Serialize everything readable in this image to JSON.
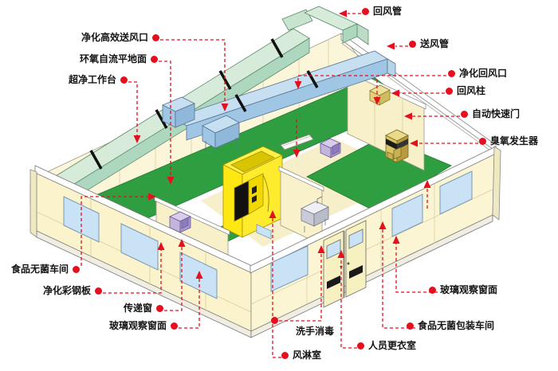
{
  "diagram": {
    "labels": [
      {
        "id": "return-air-duct",
        "text": "回风管"
      },
      {
        "id": "supply-air-duct",
        "text": "送风管"
      },
      {
        "id": "hepa-supply-outlet",
        "text": "净化高效送风口"
      },
      {
        "id": "epoxy-floor",
        "text": "环氧自流平地面"
      },
      {
        "id": "clean-workbench",
        "text": "超净工作台"
      },
      {
        "id": "purified-return-air-inlet",
        "text": "净化回风口"
      },
      {
        "id": "return-air-column",
        "text": "回风柱"
      },
      {
        "id": "auto-rapid-door",
        "text": "自动快速门"
      },
      {
        "id": "ozone-generator",
        "text": "臭氧发生器"
      },
      {
        "id": "sterile-workshop",
        "text": "食品无菌车间"
      },
      {
        "id": "clean-steel-panel",
        "text": "净化彩钢板"
      },
      {
        "id": "pass-window",
        "text": "传递窗"
      },
      {
        "id": "glass-observation-window-left",
        "text": "玻璃观察窗面"
      },
      {
        "id": "hand-wash-disinfect",
        "text": "洗手消毒"
      },
      {
        "id": "air-shower",
        "text": "风淋室"
      },
      {
        "id": "changing-room",
        "text": "人员更衣室"
      },
      {
        "id": "glass-observation-window-right",
        "text": "玻璃观察窗面"
      },
      {
        "id": "sterile-packaging-workshop",
        "text": "食品无菌包装车间"
      }
    ],
    "colors": {
      "annotation_red": "#E60F1E",
      "label_text": "#141414",
      "floor_green": "#2F9E40",
      "wall_cream": "#FAF3CC",
      "return_duct_green": "#AED7C0",
      "supply_duct_blue": "#9FC6E4",
      "air_shower_yellow": "#FFE714",
      "workbench_pink": "#F2C6DC",
      "pass_box_purple": "#C3B4DC",
      "ozone_cabinet": "#D9C466",
      "window_blue": "#C9E2F5"
    }
  }
}
